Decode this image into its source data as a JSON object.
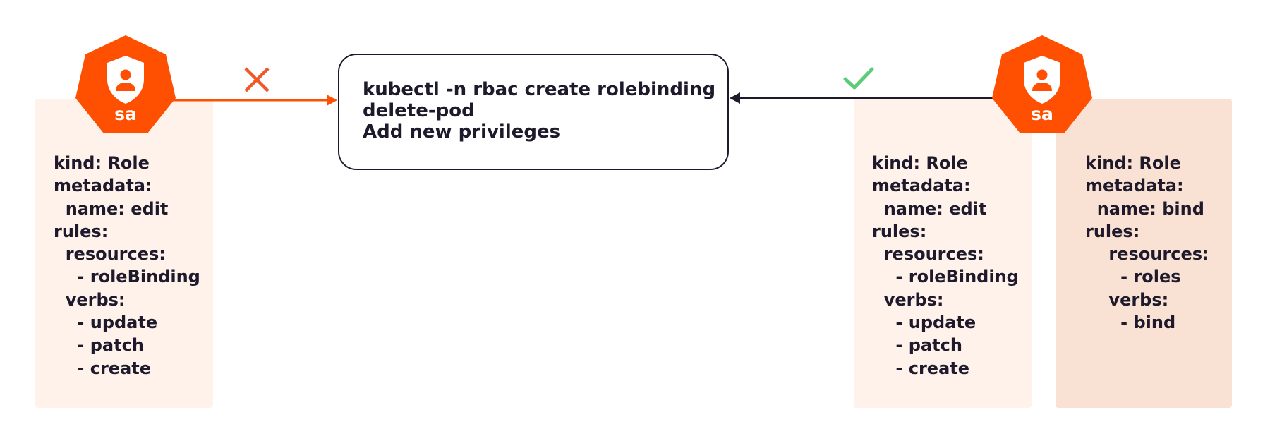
{
  "colors": {
    "accent": "#fe5000",
    "deny": "#f0582a",
    "allow": "#5ccc7a",
    "panel_light": "#fef2eb",
    "panel_dark": "#f9e1d3",
    "text": "#1e1a2c"
  },
  "left_account": {
    "label": "sa",
    "icon": "user-shield-icon"
  },
  "right_account": {
    "label": "sa",
    "icon": "user-shield-icon"
  },
  "command": {
    "line1": "kubectl -n rbac create rolebinding",
    "line2": "delete-pod",
    "line3": "Add new privileges"
  },
  "status": {
    "left_icon": "cross-icon",
    "right_icon": "check-icon"
  },
  "left_role": {
    "text": "kind: Role\nmetadata:\n  name: edit\nrules:\n  resources:\n    - roleBinding\n  verbs:\n    - update\n    - patch\n    - create"
  },
  "middle_role": {
    "text": "kind: Role\nmetadata:\n  name: edit\nrules:\n  resources:\n    - roleBinding\n  verbs:\n    - update\n    - patch\n    - create"
  },
  "right_role": {
    "text": "kind: Role\nmetadata:\n  name: bind\nrules:\n    resources:\n      - roles\n    verbs:\n      - bind"
  }
}
